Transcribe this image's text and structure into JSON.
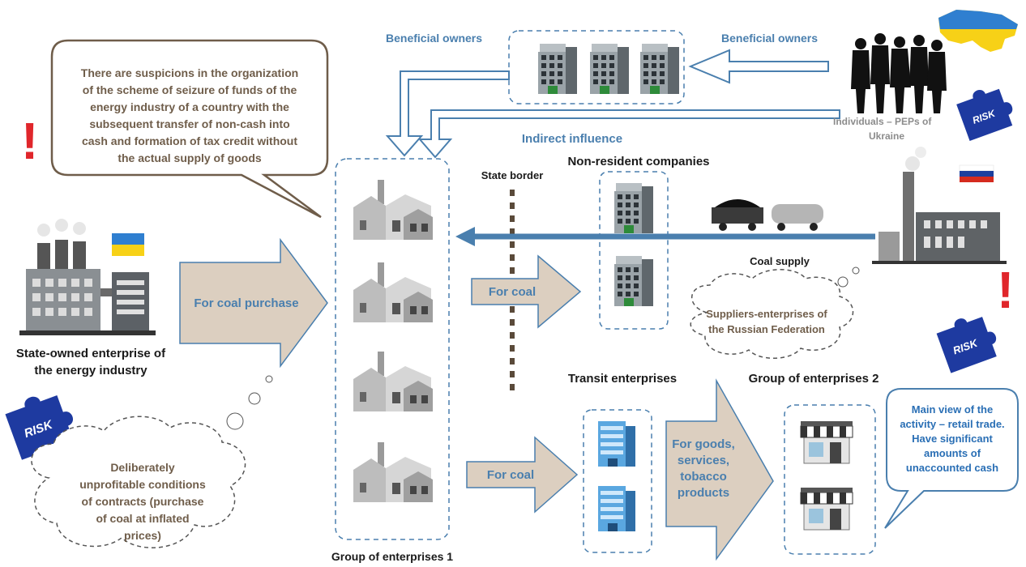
{
  "labels": {
    "beneficial_owners_left": "Beneficial owners",
    "beneficial_owners_right": "Beneficial owners",
    "individuals_line1": "Individuals – PEPs of",
    "individuals_line2": "Ukraine",
    "indirect_influence": "Indirect influence",
    "non_resident_companies": "Non-resident companies",
    "state_border": "State border",
    "coal_supply": "Coal supply",
    "state_enterprise_line1": "State-owned enterprise of",
    "state_enterprise_line2": "the energy industry",
    "for_coal_purchase": "For coal purchase",
    "for_coal_upper": "For coal",
    "for_coal_lower": "For coal",
    "for_goods": [
      "For goods,",
      "services,",
      "tobacco",
      "products"
    ],
    "transit_enterprises": "Transit enterprises",
    "group_1": "Group of enterprises 1",
    "group_2": "Group of enterprises 2",
    "risk": "RISK",
    "exclamation": "!"
  },
  "speech_bubble": [
    "There are suspicions in the organization",
    "of the scheme of seizure of funds of the",
    "energy industry of a country with the",
    "subsequent transfer of non-cash into",
    "cash and formation of tax credit without",
    "the actual supply of goods"
  ],
  "cloud_left": [
    "Deliberately",
    "unprofitable conditions",
    "of contracts (purchase",
    "of coal at inflated",
    "prices)"
  ],
  "cloud_right": [
    "Suppliers-enterprises of",
    "the Russian Federation"
  ],
  "retail_callout": [
    "Main view of the",
    "activity – retail trade.",
    "Have significant",
    "amounts of",
    "unaccounted cash"
  ],
  "colors": {
    "accent_blue": "#4a7fae",
    "arrow_fill": "#dccfc0",
    "speech_border": "#6f5d4a",
    "callout_text": "#2a6fb5",
    "exclamation_red": "#e0262b",
    "risk_puzzle": "#1e3aa0"
  }
}
